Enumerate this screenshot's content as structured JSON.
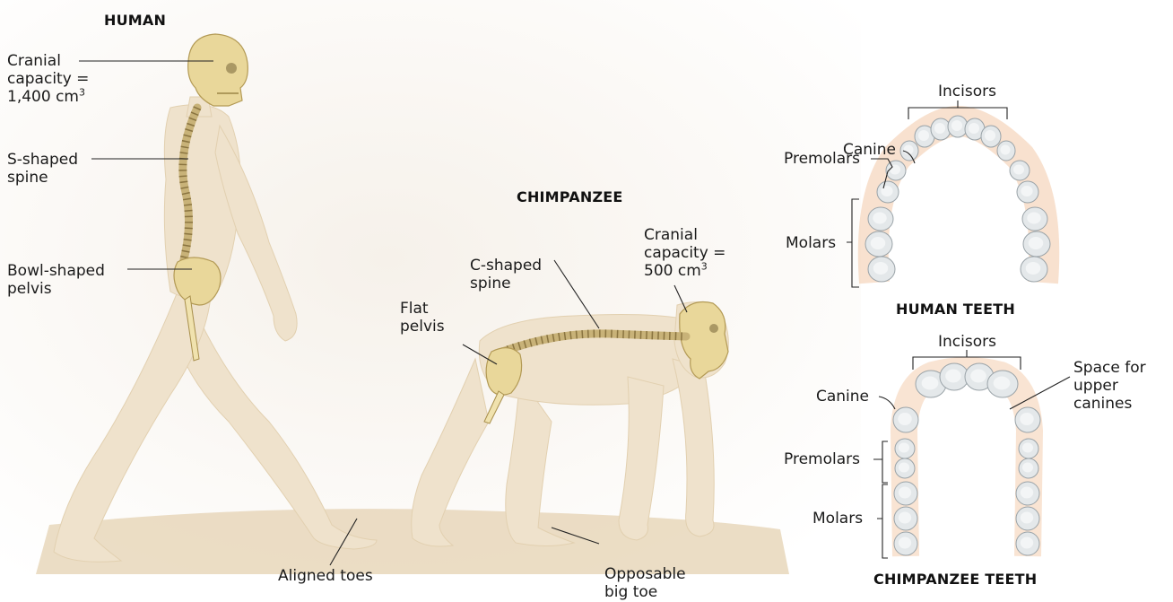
{
  "human": {
    "title": "HUMAN",
    "cranial": [
      "Cranial",
      "capacity =",
      "1,400 cm",
      "3"
    ],
    "spine": [
      "S-shaped",
      "spine"
    ],
    "pelvis": [
      "Bowl-shaped",
      "pelvis"
    ],
    "toes": "Aligned toes"
  },
  "chimp": {
    "title": "CHIMPANZEE",
    "cranial": [
      "Cranial",
      "capacity =",
      "500 cm",
      "3"
    ],
    "spine": [
      "C-shaped",
      "spine"
    ],
    "pelvis": [
      "Flat",
      "pelvis"
    ],
    "toe": [
      "Opposable",
      "big toe"
    ]
  },
  "human_teeth": {
    "title": "HUMAN TEETH",
    "incisors": "Incisors",
    "canine": "Canine",
    "premolars": "Premolars",
    "molars": "Molars"
  },
  "chimp_teeth": {
    "title": "CHIMPANZEE TEETH",
    "incisors": "Incisors",
    "canine": "Canine",
    "premolars": "Premolars",
    "molars": "Molars",
    "space": [
      "Space for",
      "upper",
      "canines"
    ]
  }
}
